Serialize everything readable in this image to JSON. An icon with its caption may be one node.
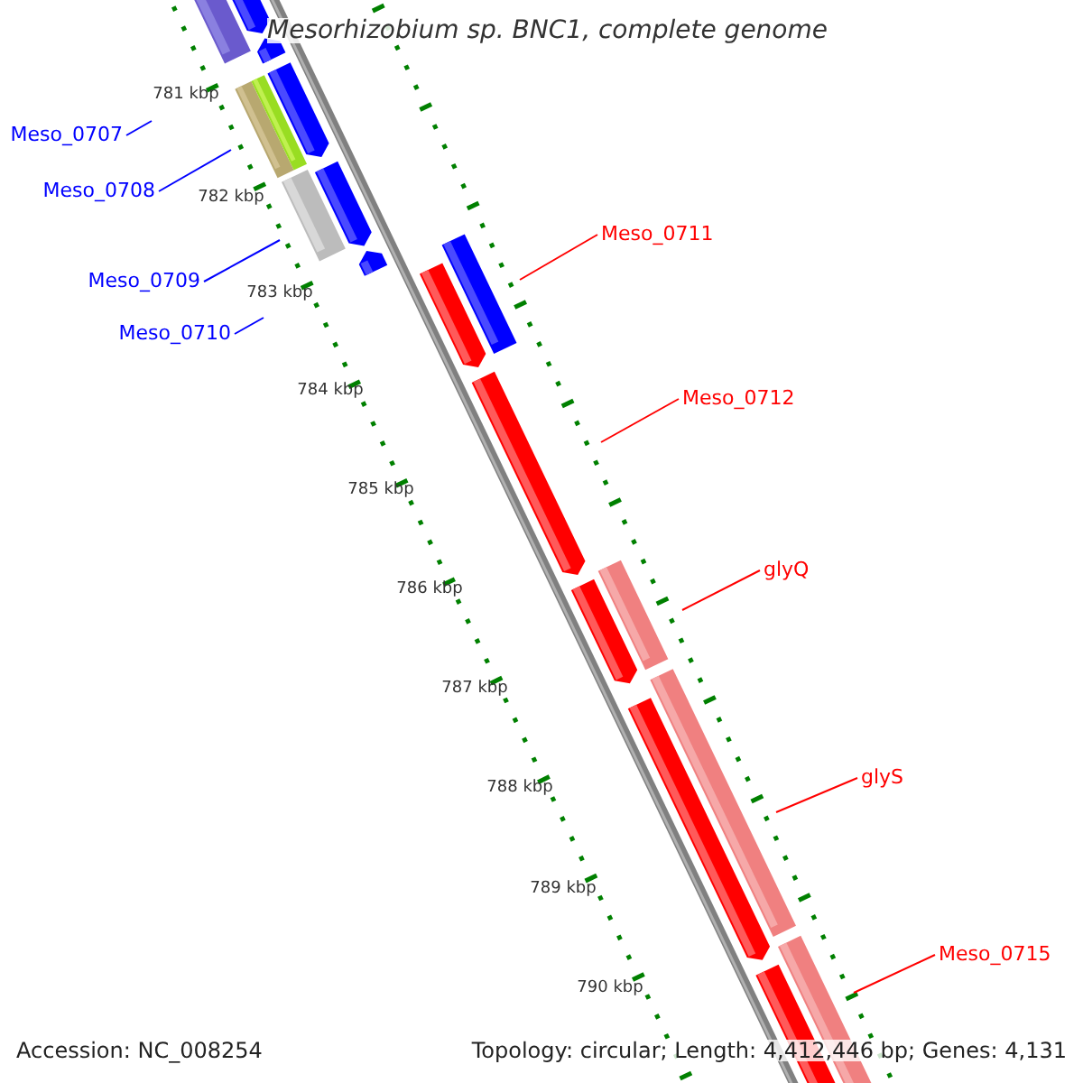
{
  "diagram": {
    "title": "Mesorhizobium sp. BNC1, complete genome",
    "nodes": [
      {
        "text": [
          "Meso_0707"
        ]
      },
      {
        "text": [
          "Meso_0708"
        ]
      },
      {
        "text": [
          "Meso_0709"
        ]
      },
      {
        "text": [
          "Meso_0710"
        ]
      },
      {
        "text": [
          "Meso_0711"
        ]
      },
      {
        "text": [
          "Meso_0712"
        ]
      },
      {
        "text": [
          "glyQ"
        ]
      },
      {
        "text": [
          "glyS"
        ]
      },
      {
        "text": [
          "Meso_0715"
        ]
      }
    ],
    "edges": [
      {
        "from": 0,
        "to": null,
        "arrow": "none",
        "color": "#0000ff"
      },
      {
        "from": 1,
        "to": null,
        "arrow": "none",
        "color": "#0000ff"
      },
      {
        "from": 2,
        "to": null,
        "arrow": "none",
        "color": "#0000ff"
      },
      {
        "from": 3,
        "to": null,
        "arrow": "none",
        "color": "#0000ff"
      },
      {
        "from": 4,
        "to": null,
        "arrow": "none"
      },
      {
        "from": 5,
        "to": null,
        "arrow": "none"
      },
      {
        "from": 6,
        "to": null,
        "arrow": "none"
      },
      {
        "from": 7,
        "to": null,
        "arrow": "none"
      },
      {
        "from": 8,
        "to": null,
        "arrow": "none"
      }
    ],
    "labels": [
      "781 kbp",
      "782 kbp",
      "783 kbp",
      "784 kbp",
      "785 kbp",
      "786 kbp",
      "787 kbp",
      "788 kbp",
      "789 kbp",
      "790 kbp",
      "Accession: NC_008254",
      "Topology: circular; Length: 4,412,446 bp; Genes: 4,131"
    ]
  }
}
